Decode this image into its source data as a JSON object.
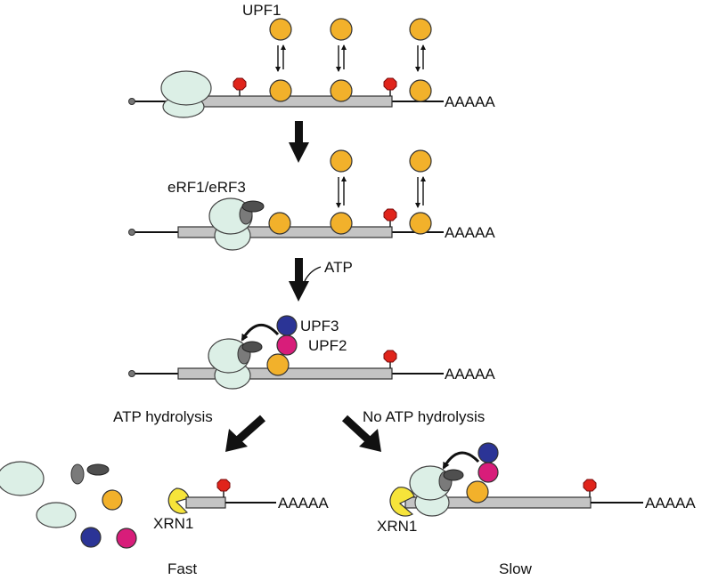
{
  "labels": {
    "upf1": "UPF1",
    "erf": "eRF1/eRF3",
    "atp": "ATP",
    "upf3": "UPF3",
    "upf2": "UPF2",
    "atp_hydrolysis": "ATP hydrolysis",
    "no_atp_hydrolysis": "No ATP hydrolysis",
    "xrn1_left": "XRN1",
    "xrn1_right": "XRN1",
    "fast": "Fast",
    "slow": "Slow",
    "polya": "AAAAA"
  },
  "colors": {
    "upf1": "#f2b12b",
    "upf2": "#d81d7a",
    "upf3": "#2b3496",
    "xrn1": "#f6e43a",
    "ribosome": "#dcefe6",
    "stop_codon": "#e0241b",
    "mrna": "#c4c4c4"
  },
  "icons": {
    "stop": "stop-codon-icon",
    "cap": "cap-icon",
    "ribosome": "ribosome-icon",
    "upf1": "upf1-icon",
    "exchange": "bidirectional-arrow-icon"
  }
}
